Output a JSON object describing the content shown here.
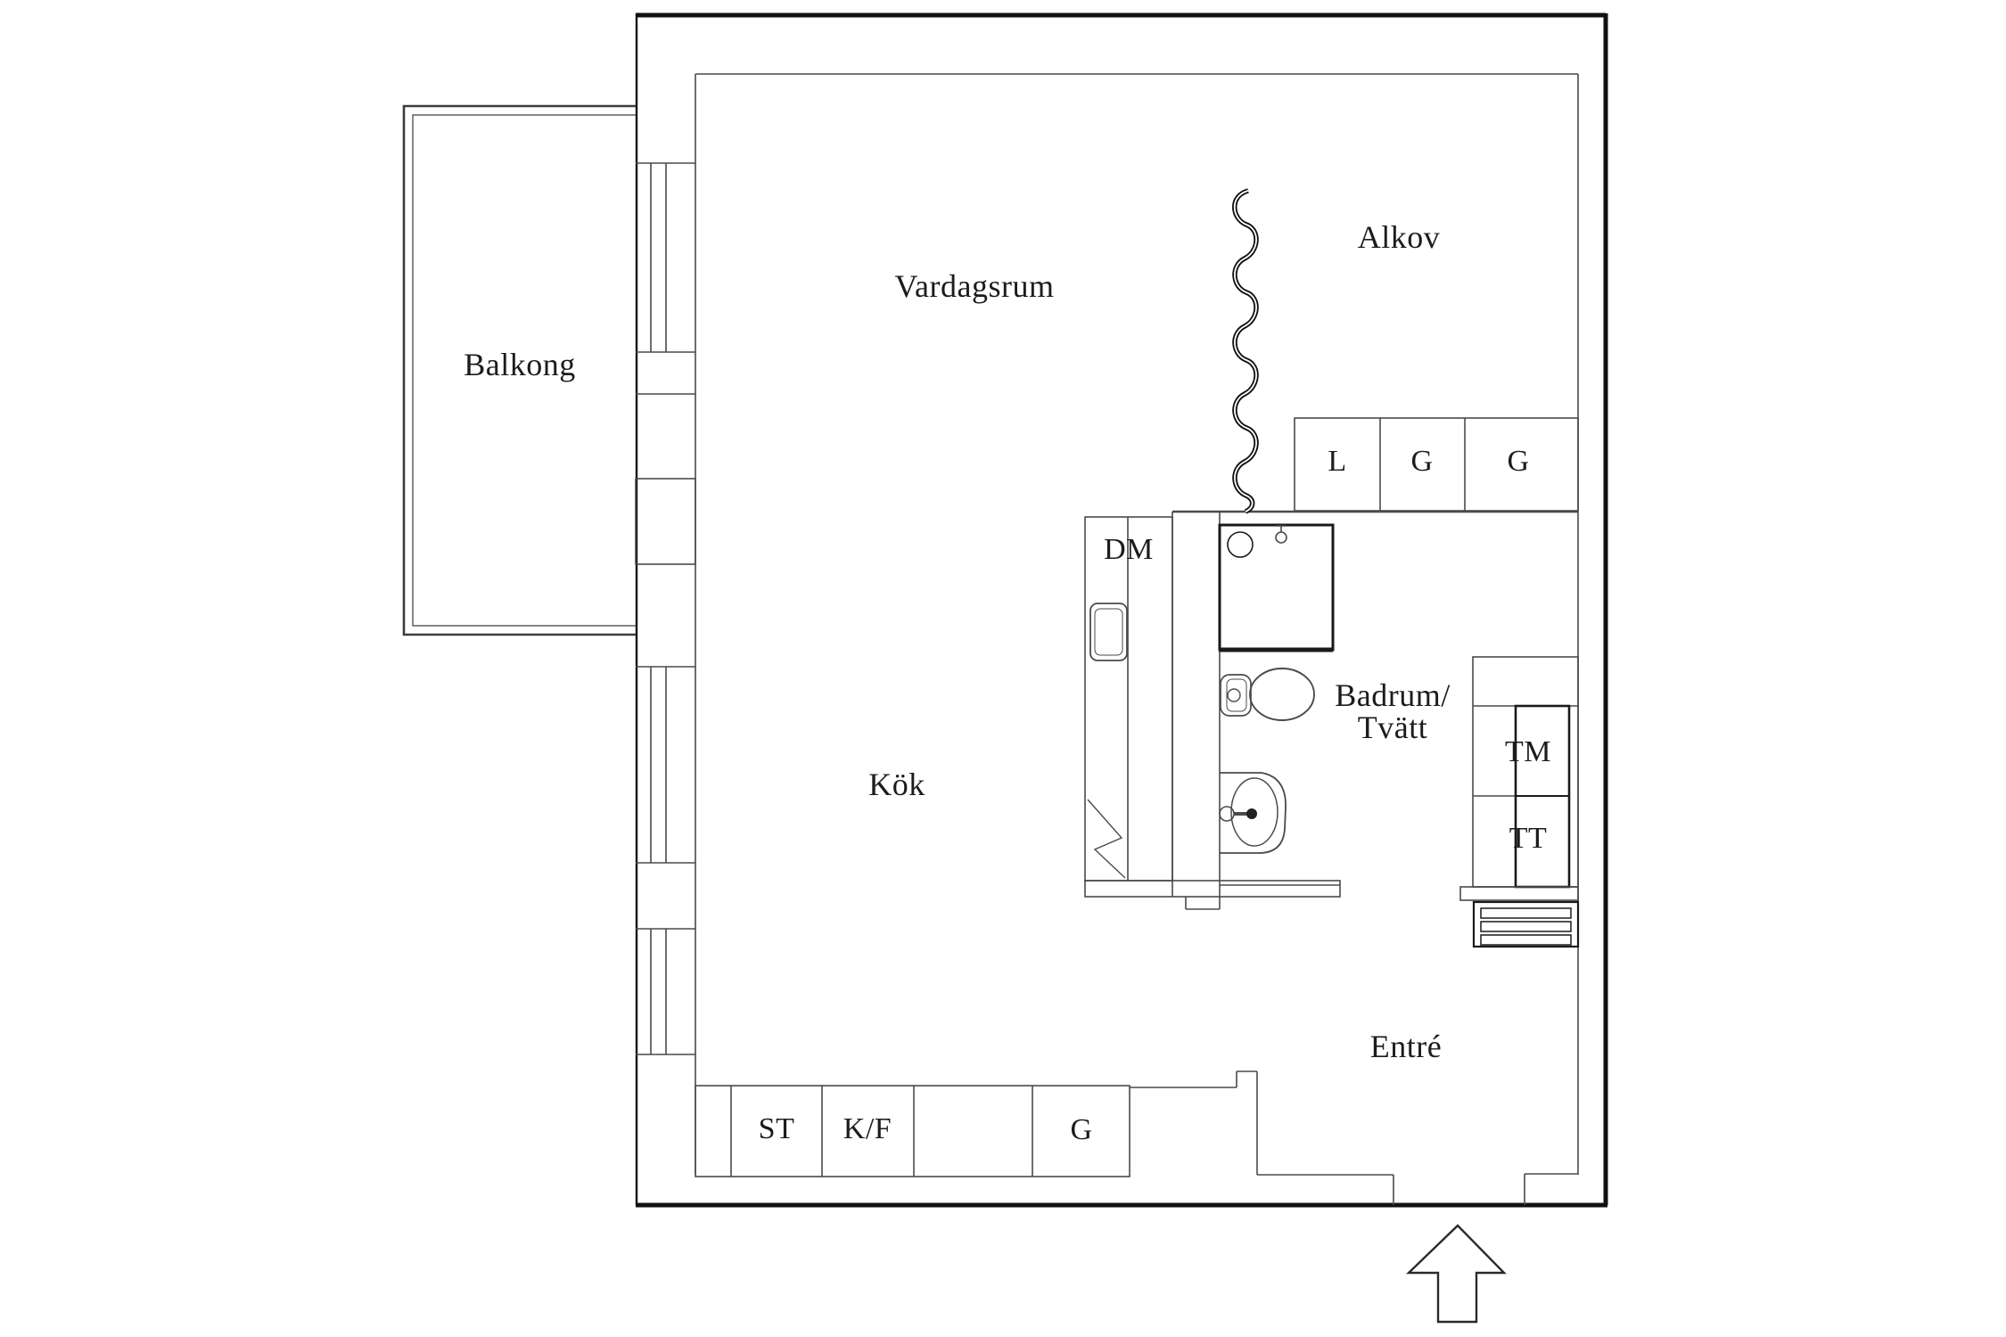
{
  "floorplan": {
    "title": "Apartment floor plan (1 room + kitchen)",
    "rooms": {
      "balcony": {
        "label": "Balkong"
      },
      "living_room": {
        "label": "Vardagsrum"
      },
      "alcove": {
        "label": "Alkov"
      },
      "kitchen": {
        "label": "Kök"
      },
      "bathroom": {
        "label_line1": "Badrum/",
        "label_line2": "Tvätt"
      },
      "entry": {
        "label": "Entré"
      }
    },
    "closets_top": {
      "items": [
        {
          "label": "L"
        },
        {
          "label": "G"
        },
        {
          "label": "G"
        }
      ]
    },
    "closets_bottom": {
      "items": [
        {
          "label": "ST"
        },
        {
          "label": "K/F"
        },
        {
          "label": "G"
        }
      ]
    },
    "appliances": {
      "dishwasher": {
        "label": "DM"
      },
      "washing_machine": {
        "label": "TM"
      },
      "dryer": {
        "label": "TT"
      }
    },
    "icons": {
      "curtain": "curtain-squiggle-icon",
      "shower": "shower-icon",
      "toilet": "toilet-icon",
      "sink": "bathroom-sink-icon",
      "kitchen_sink": "kitchen-sink-icon",
      "radiator": "radiator-icon",
      "entrance_arrow": "entrance-arrow-icon"
    },
    "colors": {
      "background": "#ffffff",
      "outer_wall": "#111111",
      "inner_line": "#4a4a4a",
      "text": "#1c1c1c"
    }
  }
}
